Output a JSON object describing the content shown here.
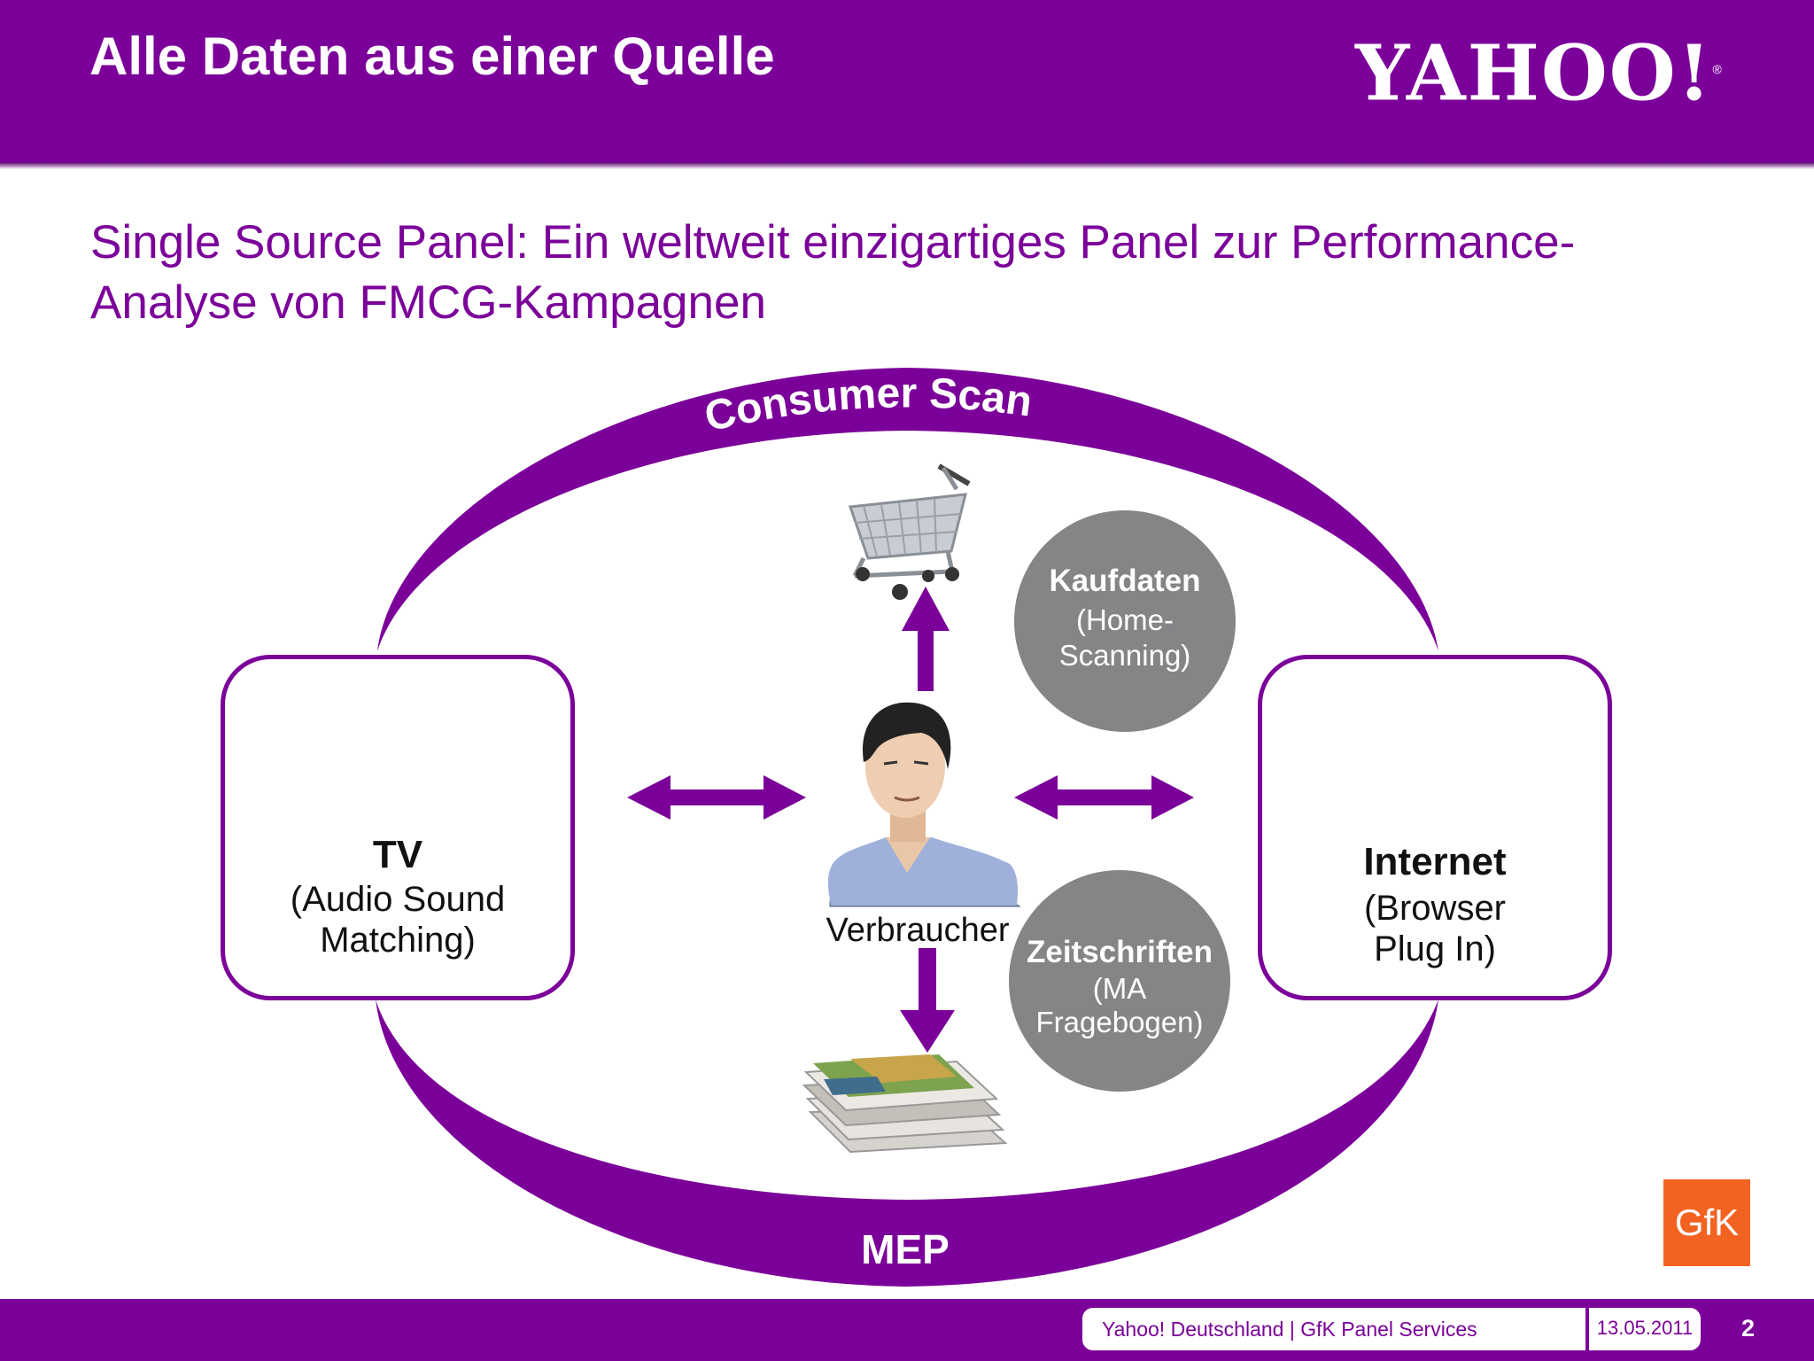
{
  "header": {
    "title": "Alle Daten aus einer Quelle",
    "logo_text": "YAHOO!"
  },
  "subtitle": "Single Source Panel: Ein weltweit einzigartiges Panel zur Performance-Analyse von FMCG-Kampagnen",
  "diagram": {
    "ring_top_label": "Consumer Scan",
    "ring_bottom_label": "MEP",
    "center_label": "Verbraucher",
    "left_card": {
      "title": "TV",
      "subtitle_line1": "(Audio Sound",
      "subtitle_line2": "Matching)"
    },
    "right_card": {
      "title": "Internet",
      "subtitle_line1": "(Browser",
      "subtitle_line2": "Plug In)"
    },
    "bubble_top": {
      "title": "Kaufdaten",
      "line1": "(Home-",
      "line2": "Scanning)"
    },
    "bubble_bottom": {
      "title": "Zeitschriften",
      "line1": "(MA",
      "line2": "Fragebogen)"
    }
  },
  "gfk_logo_text": "GfK",
  "footer": {
    "source": "Yahoo! Deutschland | GfK Panel Services",
    "date": "13.05.2011",
    "page": "2"
  },
  "colors": {
    "brand_purple": "#7b0099",
    "bubble_gray": "#858487",
    "gfk_orange": "#f26322"
  }
}
